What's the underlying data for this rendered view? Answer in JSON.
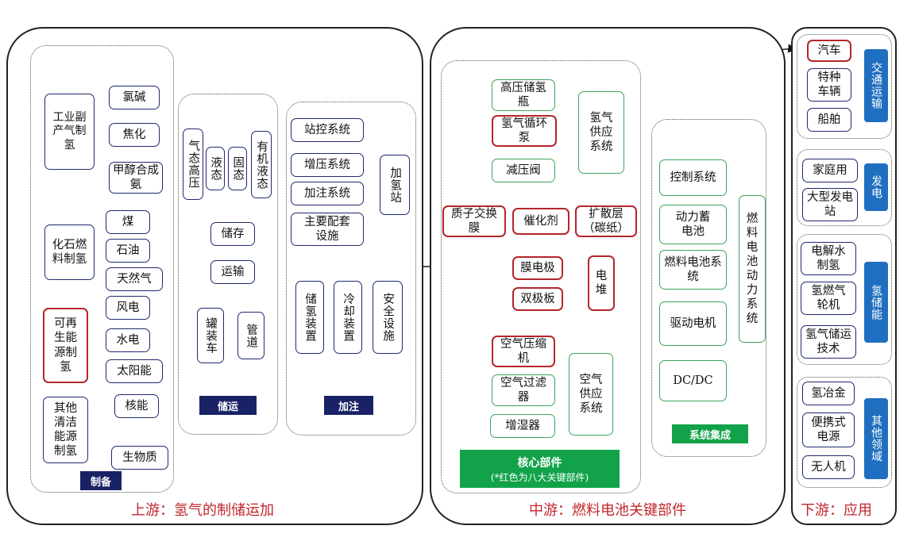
{
  "upstream": {
    "title": "上游：氢气的制储运加",
    "production": {
      "tag": "制备",
      "groups": [
        {
          "label": "工业副产气制氢",
          "items": [
            "氯碱",
            "焦化",
            "甲醇合成氨"
          ]
        },
        {
          "label": "化石燃料制氢",
          "items": [
            "煤",
            "石油",
            "天然气"
          ]
        },
        {
          "label": "可再生能源制氢",
          "items": [
            "风电",
            "水电",
            "太阳能"
          ]
        },
        {
          "label": "其他清洁能源制氢",
          "items": [
            "核能",
            "生物质"
          ]
        }
      ]
    },
    "storage": {
      "tag": "储运",
      "states": [
        "气态高压",
        "液态",
        "固态",
        "有机液态"
      ],
      "store_label": "储存",
      "transport_label": "运输",
      "transport_items": [
        "罐装车",
        "管道"
      ]
    },
    "refuel": {
      "tag": "加注",
      "systems": [
        "站控系统",
        "增压系统",
        "加注系统",
        "主要配套设施"
      ],
      "station": "加氢站",
      "facilities": [
        "储氢装置",
        "冷却装置",
        "安全设施"
      ]
    }
  },
  "midstream": {
    "title": "中游：燃料电池关键部件",
    "core": {
      "tag_line1": "核心部件",
      "tag_line2": "(*红色为八大关键部件)",
      "hydrogen_parts": [
        "高压储氢瓶",
        "氢气循环泵",
        "减压阀"
      ],
      "hydrogen_system": "氢气供应系统",
      "membrane_parts": [
        "质子交换膜",
        "催化剂",
        "扩散层（碳纸）"
      ],
      "stack_parts": [
        "膜电极",
        "双极板"
      ],
      "stack": "电堆",
      "air_parts": [
        "空气压缩机",
        "空气过滤器",
        "增湿器"
      ],
      "air_system": "空气供应系统"
    },
    "integration": {
      "tag": "系统集成",
      "items": [
        "控制系统",
        "动力蓄电池",
        "燃料电池系统",
        "驱动电机",
        "DC/DC"
      ],
      "power_system": "燃料电池动力系统"
    }
  },
  "downstream": {
    "title": "下游：应用",
    "groups": [
      {
        "tag": "交通运输",
        "items": [
          "汽车",
          "特种车辆",
          "船舶"
        ]
      },
      {
        "tag": "发电",
        "items": [
          "家庭用",
          "大型发电站"
        ]
      },
      {
        "tag": "氢储能",
        "items": [
          "电解水制氢",
          "氢燃气轮机",
          "氢气储运技术"
        ]
      },
      {
        "tag": "其他领域",
        "items": [
          "氢冶金",
          "便携式电源",
          "无人机"
        ]
      }
    ]
  },
  "colors": {
    "navy": "#1f2a6e",
    "green": "#3aa65a",
    "red": "#b3262b",
    "blue_tag": "#1f6fc0",
    "green_tag": "#12a34a"
  }
}
